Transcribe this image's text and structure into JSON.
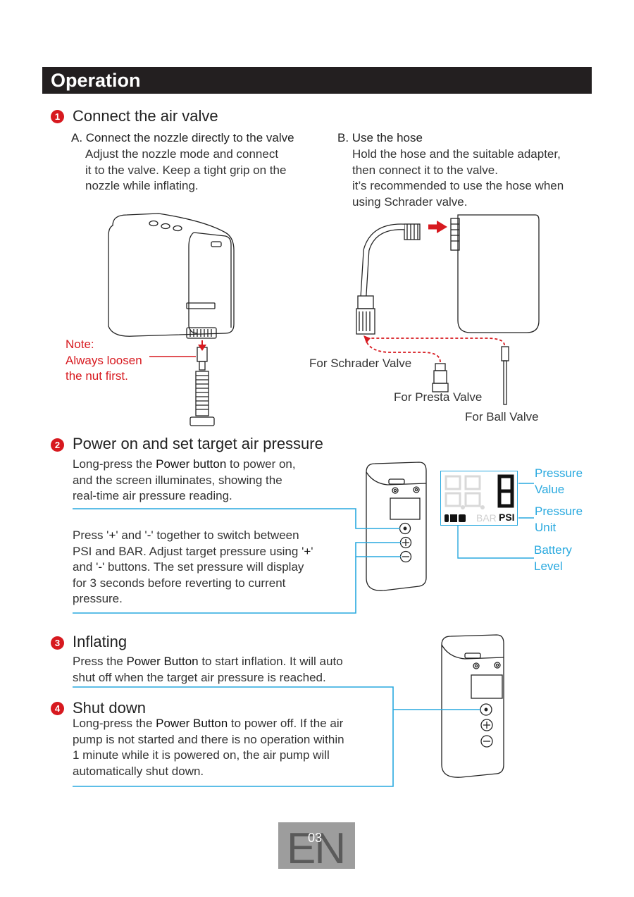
{
  "header": {
    "title": "Operation"
  },
  "step1": {
    "num": "1",
    "title": "Connect the air valve",
    "a": {
      "title": "A. Connect the nozzle directly to the valve",
      "lines": [
        "Adjust the nozzle mode and connect",
        "it to the valve. Keep a tight grip on the",
        "nozzle while inflating."
      ]
    },
    "b": {
      "title": "B. Use the hose",
      "lines": [
        "Hold the hose and the suitable adapter,",
        "then connect it to the valve.",
        "it’s recommended to use the hose when",
        "using Schrader valve."
      ]
    },
    "note": [
      "Note:",
      "Always loosen",
      "the nut first."
    ],
    "valves": {
      "schrader": "For Schrader Valve",
      "presta": "For Presta Valve",
      "ball": "For Ball Valve"
    }
  },
  "step2": {
    "num": "2",
    "title": "Power on and set target air pressure",
    "p1": {
      "pre1": "Long-press the ",
      "bold": "Power button",
      "post1": " to power on,",
      "line2": "and the screen illuminates, showing the",
      "line3": "real-time air pressure reading."
    },
    "p2": {
      "line1_pre": " Press '",
      "plus": "+",
      "line1_mid": "' and '",
      "minus": "-",
      "line1_post": "' together to switch between",
      "line2_pre": "PSI and BAR.  Adjust target pressure using '",
      "line2_post": "'",
      "line3_pre": "and '",
      "line3_post": "' buttons. The set pressure will display",
      "line4": "for 3 seconds before reverting to current",
      "line5": "pressure."
    },
    "display": {
      "digit": "0",
      "bar_unit": "BAR",
      "psi_unit": "PSI"
    },
    "labels": {
      "pressure_value": [
        "Pressure",
        "Value"
      ],
      "pressure_unit": [
        "Pressure",
        "Unit"
      ],
      "battery_level": [
        "Battery",
        "Level"
      ]
    }
  },
  "step3": {
    "num": "3",
    "title": "Inflating",
    "pre": "Press the ",
    "bold": "Power Button",
    "post": " to start inflation. It will auto",
    "line2": "shut off when the target air pressure is reached."
  },
  "step4": {
    "num": "4",
    "title": "Shut down",
    "pre": "Long-press the ",
    "bold": "Power Button",
    "post": " to power off. If the air",
    "line2": "pump is not started and there is no operation within",
    "line3": "1 minute while it is powered on, the air pump will",
    "line4": "automatically shut down."
  },
  "footer": {
    "lang": "EN",
    "page": "03"
  },
  "colors": {
    "accent_red": "#d7191f",
    "accent_blue": "#29a9df",
    "header_bg": "#231f20"
  }
}
